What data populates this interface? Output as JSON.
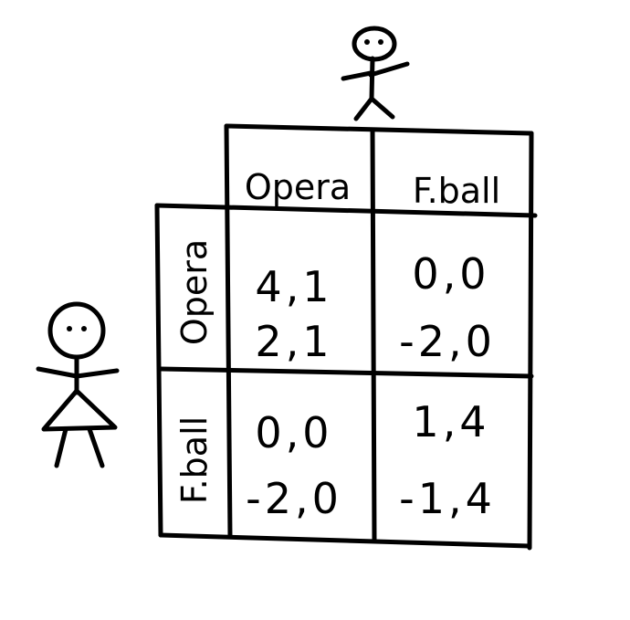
{
  "colors": {
    "ink": "#000000",
    "paper": "#ffffff"
  },
  "column_player": {
    "icon": "stick-figure-icon",
    "strategies": [
      "Opera",
      "F.ball"
    ]
  },
  "row_player": {
    "icon": "stick-figure-skirt-icon",
    "strategies": [
      "Opera",
      "F.ball"
    ]
  },
  "cells": [
    {
      "row": "Opera",
      "col": "Opera",
      "top": "4,1",
      "bottom": "2,1"
    },
    {
      "row": "Opera",
      "col": "F.ball",
      "top": "0,0",
      "bottom": "-2,0"
    },
    {
      "row": "F.ball",
      "col": "Opera",
      "top": "0,0",
      "bottom": "-2,0"
    },
    {
      "row": "F.ball",
      "col": "F.ball",
      "top": "1,4",
      "bottom": "-1,4"
    }
  ]
}
